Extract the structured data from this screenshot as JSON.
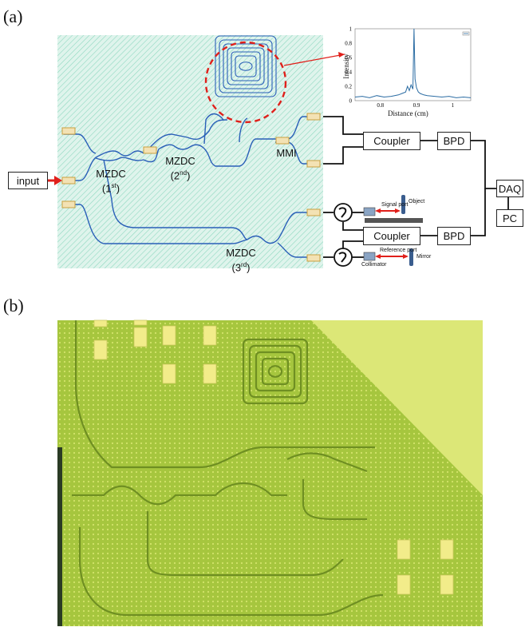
{
  "panel_a": {
    "label": "(a)",
    "input_label": "input",
    "mzdc1": {
      "name": "MZDC",
      "order": "(1",
      "sup": "st",
      "close": ")"
    },
    "mzdc2": {
      "name": "MZDC",
      "order": "(2",
      "sup": "nd",
      "close": ")"
    },
    "mzdc3": {
      "name": "MZDC",
      "order": "(3",
      "sup": "rd",
      "close": ")"
    },
    "mmi": "MMI",
    "coupler_top": "Coupler",
    "coupler_bottom": "Coupler",
    "bpd_top": "BPD",
    "bpd_bottom": "BPD",
    "daq": "DAQ",
    "pc": "PC",
    "signal_port": "Signal port",
    "object": "Object",
    "reference_port": "Reference port",
    "mirror": "Mirror",
    "collimator": "Collimator"
  },
  "inset_chart": {
    "chart_data": {
      "type": "line",
      "xlabel": "Distance (cm)",
      "ylabel": "Intensity",
      "xlim": [
        0.73,
        1.05
      ],
      "ylim": [
        0,
        1
      ],
      "xticks": [
        "0.8",
        "0.9",
        "1"
      ],
      "yticks": [
        "0",
        "0.2",
        "0.4",
        "0.6",
        "0.8",
        "1"
      ],
      "x": [
        0.73,
        0.75,
        0.77,
        0.79,
        0.81,
        0.83,
        0.85,
        0.86,
        0.87,
        0.875,
        0.88,
        0.885,
        0.89,
        0.893,
        0.896,
        0.9,
        0.905,
        0.91,
        0.92,
        0.93,
        0.95,
        0.97,
        0.99,
        1.01,
        1.03,
        1.05
      ],
      "y": [
        0.05,
        0.06,
        0.04,
        0.07,
        0.05,
        0.06,
        0.08,
        0.1,
        0.12,
        0.2,
        0.14,
        0.22,
        0.16,
        1.0,
        0.3,
        0.18,
        0.12,
        0.1,
        0.08,
        0.07,
        0.06,
        0.05,
        0.06,
        0.04,
        0.05,
        0.04
      ],
      "series_color": "#2b6ca3"
    }
  },
  "panel_b": {
    "label": "(b)"
  },
  "colors": {
    "chip_bg": "#d8f2ea",
    "waveguide": "#2a5fb8",
    "highlight": "#e0201b",
    "pad": "#c8a040",
    "micro_green": "#9fc23a",
    "micro_yellow": "#d9e26a"
  }
}
